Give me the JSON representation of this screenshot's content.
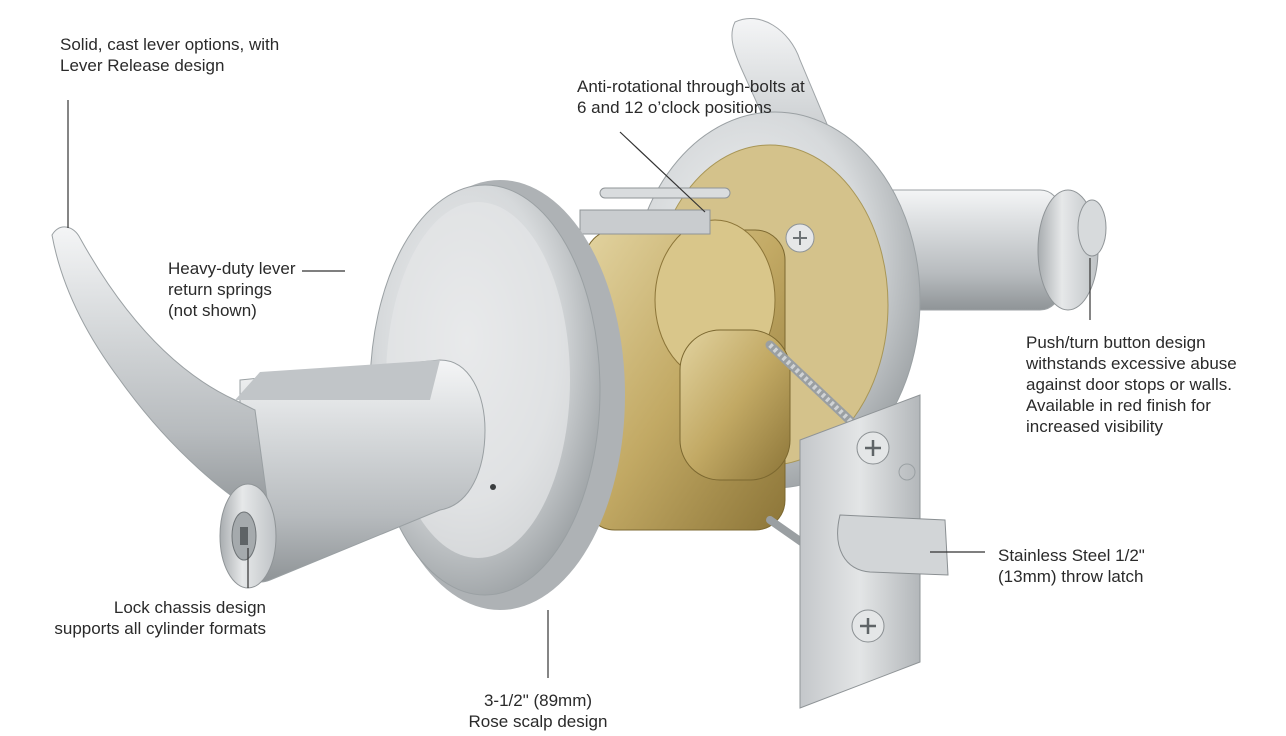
{
  "callouts": {
    "levers": [
      "Solid, cast lever options, with",
      "Lever Release design"
    ],
    "bolts": [
      "Anti-rotational through-bolts at",
      "6 and 12 o’clock positions"
    ],
    "springs": [
      "Heavy-duty lever",
      "return springs",
      "(not shown)"
    ],
    "button": [
      "Push/turn button design",
      "withstands excessive abuse",
      "against door stops or walls.",
      "Available in red finish for",
      "increased visibility"
    ],
    "latch": [
      "Stainless Steel 1/2\"",
      "(13mm) throw latch"
    ],
    "chassis": [
      "Lock chassis design",
      "supports all cylinder formats"
    ],
    "rose": [
      "3-1/2\" (89mm)",
      "Rose scalp design"
    ]
  },
  "colors": {
    "text": "#2a2a2a",
    "leader": "#333333",
    "satin_chrome": "#c9ccce",
    "brass": "#b49a55"
  }
}
